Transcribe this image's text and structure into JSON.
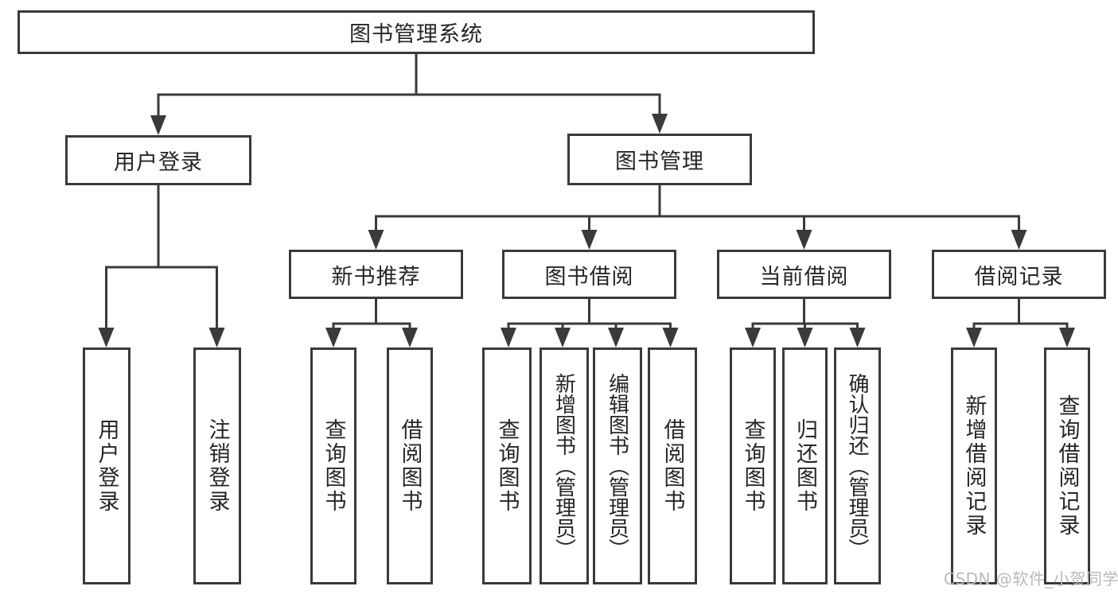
{
  "colors": {
    "background": "#ffffff",
    "line": "#3a3a3a",
    "box_border": "#3a3a3a",
    "box_background": "#ffffff",
    "text": "#262626",
    "watermark": "#b9b9b9"
  },
  "tree": {
    "root": {
      "label": "图书管理系统"
    },
    "branches": [
      {
        "label": "用户登录",
        "children": [
          {
            "label": "用户登录"
          },
          {
            "label": "注销登录"
          }
        ]
      },
      {
        "label": "图书管理",
        "groups": [
          {
            "label": "新书推荐",
            "children": [
              {
                "label": "查询图书"
              },
              {
                "label": "借阅图书"
              }
            ]
          },
          {
            "label": "图书借阅",
            "children": [
              {
                "label": "查询图书"
              },
              {
                "label": "新增图书（管理员）"
              },
              {
                "label": "编辑图书（管理员）"
              },
              {
                "label": "借阅图书"
              }
            ]
          },
          {
            "label": "当前借阅",
            "children": [
              {
                "label": "查询图书"
              },
              {
                "label": "归还图书"
              },
              {
                "label": "确认归还（管理员）"
              }
            ]
          },
          {
            "label": "借阅记录",
            "children": [
              {
                "label": "新增借阅记录"
              },
              {
                "label": "查询借阅记录"
              }
            ]
          }
        ]
      }
    ]
  },
  "watermark": {
    "text": "CSDN @软件_小贺同学"
  }
}
